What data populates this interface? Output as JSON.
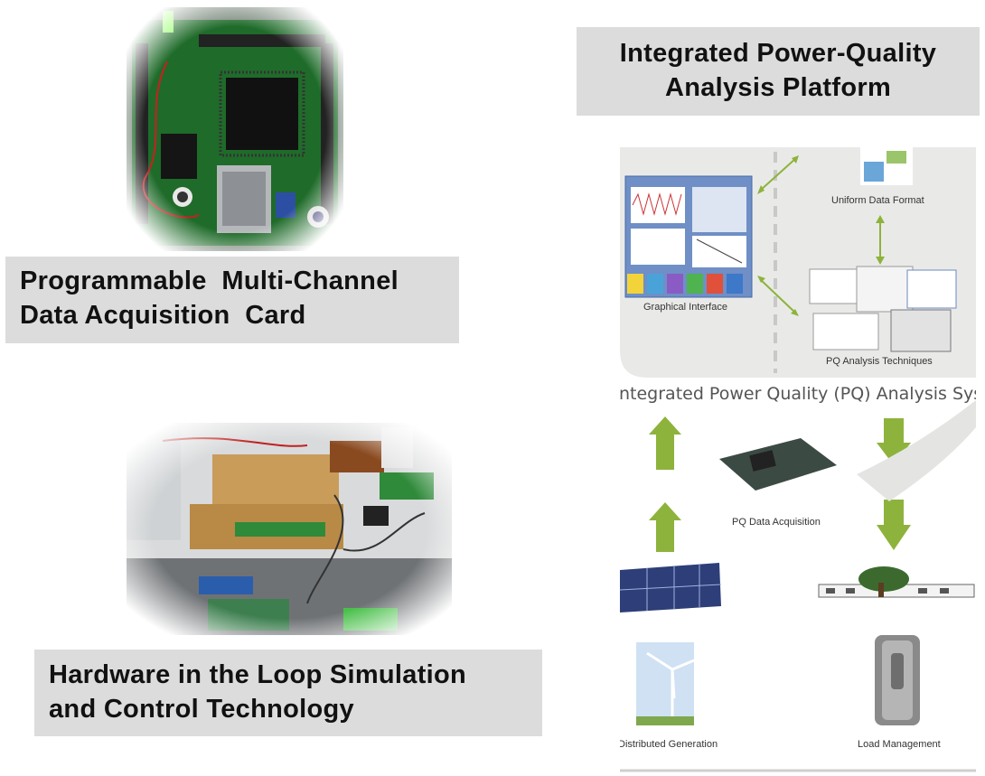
{
  "captions": {
    "daq_card": [
      "Programmable  Multi-Channel",
      "Data Acquisition  Card"
    ],
    "hil": [
      "Hardware in the Loop Simulation",
      "and Control Technology"
    ],
    "platform": [
      "Integrated Power-Quality",
      "Analysis Platform"
    ]
  },
  "diagram": {
    "system_title": "ntegrated Power Quality (PQ) Analysis System",
    "labels": {
      "uniform_data_format": "Uniform Data Format",
      "graphical_interface": "Graphical Interface",
      "pq_analysis_techniques": "PQ Analysis Techniques",
      "pq_data_acquisition": "PQ Data Acquisition",
      "distributed_generation": "Distributed Generation",
      "load_management": "Load Management"
    }
  },
  "colors": {
    "caption_bg": "#dcdcdc",
    "arrow_green": "#8db33c",
    "diagram_panel": "#e9eae8",
    "pcb_green": "#1f6b2a"
  }
}
